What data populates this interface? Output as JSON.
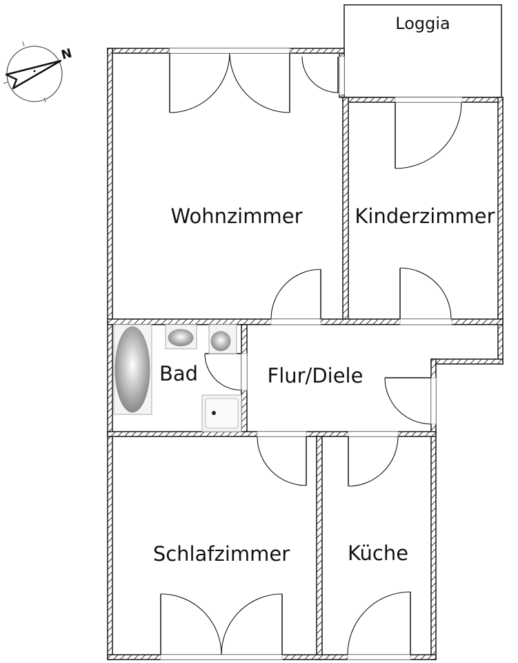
{
  "plan": {
    "rooms": {
      "loggia": "Loggia",
      "wohnzimmer": "Wohnzimmer",
      "kinderzimmer": "Kinderzimmer",
      "bad": "Bad",
      "flur": "Flur/Diele",
      "schlafzimmer": "Schlafzimmer",
      "kueche": "Küche"
    },
    "compass": {
      "north_label": "N",
      "icon": "north-arrow-icon"
    },
    "colors": {
      "wall": "#222222",
      "background": "#ffffff",
      "fixture": "#cccccc"
    }
  }
}
